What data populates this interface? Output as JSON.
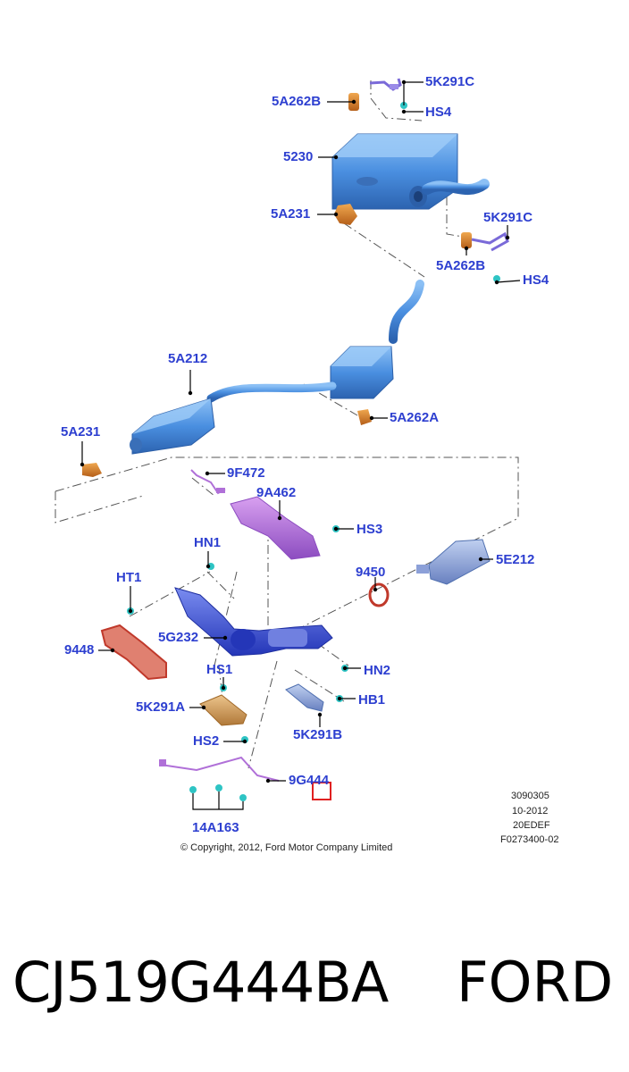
{
  "callouts": [
    {
      "id": "5K291C_top",
      "text": "5K291C"
    },
    {
      "id": "5A262B_top",
      "text": "5A262B"
    },
    {
      "id": "HS4_top",
      "text": "HS4"
    },
    {
      "id": "5230",
      "text": "5230"
    },
    {
      "id": "5A231_top",
      "text": "5A231"
    },
    {
      "id": "5K291C_right",
      "text": "5K291C"
    },
    {
      "id": "5A262B_right",
      "text": "5A262B"
    },
    {
      "id": "HS4_right",
      "text": "HS4"
    },
    {
      "id": "5A212",
      "text": "5A212"
    },
    {
      "id": "5A262A",
      "text": "5A262A"
    },
    {
      "id": "5A231_left",
      "text": "5A231"
    },
    {
      "id": "9F472",
      "text": "9F472"
    },
    {
      "id": "9A462",
      "text": "9A462"
    },
    {
      "id": "HS3",
      "text": "HS3"
    },
    {
      "id": "HN1",
      "text": "HN1"
    },
    {
      "id": "HT1",
      "text": "HT1"
    },
    {
      "id": "5E212",
      "text": "5E212"
    },
    {
      "id": "9450",
      "text": "9450"
    },
    {
      "id": "9448",
      "text": "9448"
    },
    {
      "id": "5G232",
      "text": "5G232"
    },
    {
      "id": "HN2",
      "text": "HN2"
    },
    {
      "id": "HS1",
      "text": "HS1"
    },
    {
      "id": "HB1",
      "text": "HB1"
    },
    {
      "id": "5K291A",
      "text": "5K291A"
    },
    {
      "id": "5K291B",
      "text": "5K291B"
    },
    {
      "id": "HS2",
      "text": "HS2"
    },
    {
      "id": "9G444",
      "text": "9G444"
    },
    {
      "id": "14A163",
      "text": "14A163"
    }
  ],
  "meta_block": [
    "3090305",
    "10-2012",
    "20EDEF",
    "F0273400-02"
  ],
  "copyright": "© Copyright, 2012, Ford Motor Company Limited",
  "footer": {
    "part_number": "CJ519G444BA",
    "brand": "FORD"
  },
  "colors": {
    "callout": "#2d3fd0",
    "exhaust_blue": "#4a8fe0",
    "rubber_orange": "#d9822b",
    "gasket_red": "#c0392b",
    "sensor_purple": "#b070d8",
    "manifold_blue": "#3a4fd0",
    "heatshield_tan": "#d4a063",
    "fastener_cyan": "#2ec4c4",
    "highlight_red": "#e02020"
  }
}
